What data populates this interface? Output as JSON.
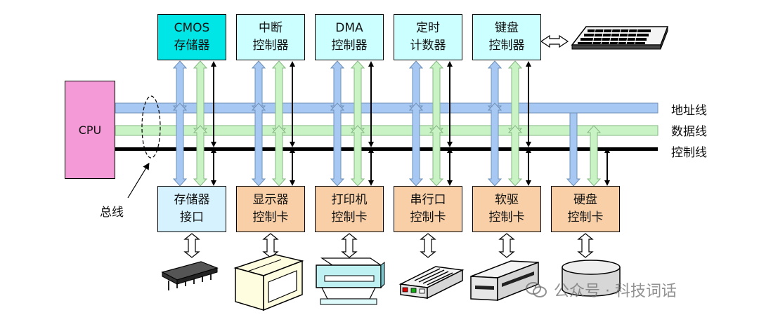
{
  "top_components": [
    {
      "id": "cmos",
      "label": "CMOS\n存储器"
    },
    {
      "id": "interrupt",
      "label": "中断\n控制器"
    },
    {
      "id": "dma",
      "label": "DMA\n控制器"
    },
    {
      "id": "timer",
      "label": "定时\n计数器"
    },
    {
      "id": "keyboard",
      "label": "键盘\n控制器"
    }
  ],
  "bottom_components": [
    {
      "id": "memory",
      "label": "存储器\n接口"
    },
    {
      "id": "display",
      "label": "显示器\n控制卡"
    },
    {
      "id": "printer",
      "label": "打印机\n控制卡"
    },
    {
      "id": "serial",
      "label": "串行口\n控制卡"
    },
    {
      "id": "floppy",
      "label": "软驱\n控制卡"
    },
    {
      "id": "harddisk",
      "label": "硬盘\n控制卡"
    }
  ],
  "cpu": {
    "label": "CPU"
  },
  "buses": [
    {
      "id": "address",
      "label": "地址线",
      "color": "#a7c8f2"
    },
    {
      "id": "data",
      "label": "数据线",
      "color": "#c9f2c5"
    },
    {
      "id": "control",
      "label": "控制线",
      "color": "#000000"
    }
  ],
  "bus_group_label": "总线",
  "devices": [
    "keyboard-icon",
    "memory-chip-icon",
    "monitor-icon",
    "printer-icon",
    "serial-port-icon",
    "floppy-drive-icon",
    "hard-disk-icon"
  ],
  "watermark": {
    "text": "公众号 · 科技词话"
  },
  "colors": {
    "address_bus": "#a7c8f2",
    "data_bus": "#c9f2c5",
    "control_bus": "#000000",
    "cpu": "#f49ad6",
    "cmos": "#00e5e5",
    "top_controller": "#ccffff",
    "memory_interface": "#d6f2ff",
    "control_card": "#f8cfa6"
  }
}
